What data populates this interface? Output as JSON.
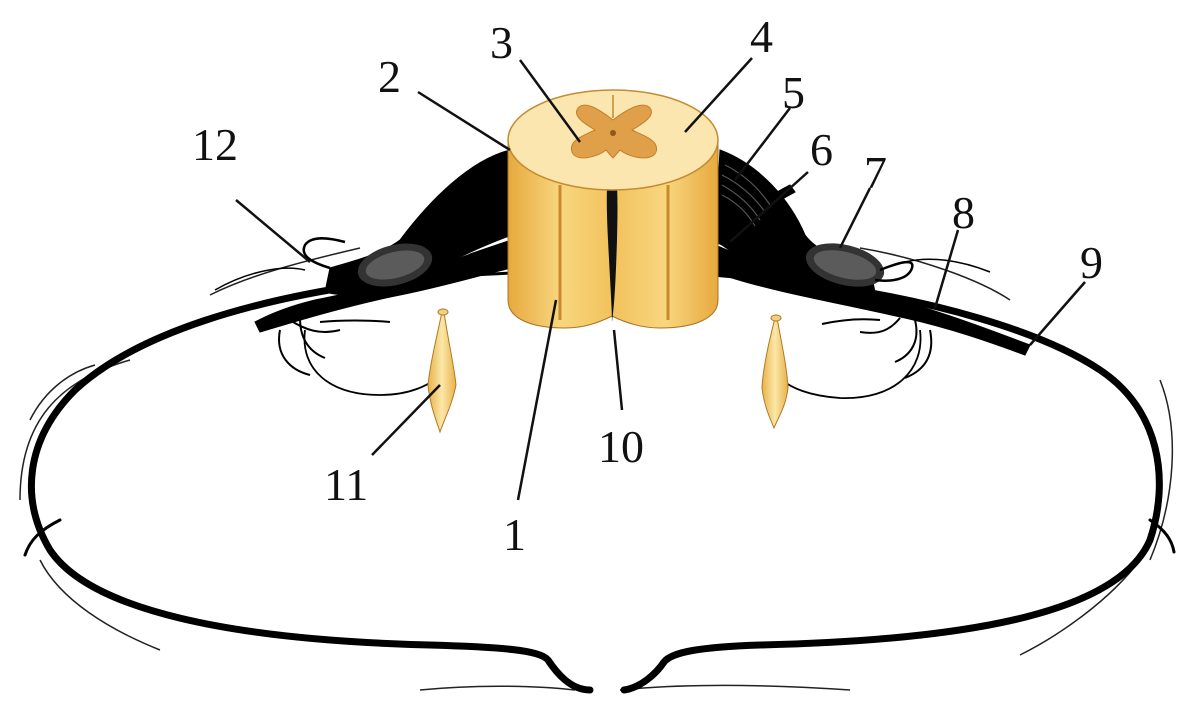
{
  "diagram": {
    "labels": {
      "l1": "1",
      "l2": "2",
      "l3": "3",
      "l4": "4",
      "l5": "5",
      "l6": "6",
      "l7": "7",
      "l8": "8",
      "l9": "9",
      "l10": "10",
      "l11": "11",
      "l12": "12"
    },
    "colors": {
      "white_matter": "#f6d178",
      "white_matter_shade": "#e9b24a",
      "cord_top": "#fbe7b4",
      "gray_matter": "#e0a04a",
      "nerve": "#000000",
      "ganglion": "#fbe3a0"
    }
  }
}
